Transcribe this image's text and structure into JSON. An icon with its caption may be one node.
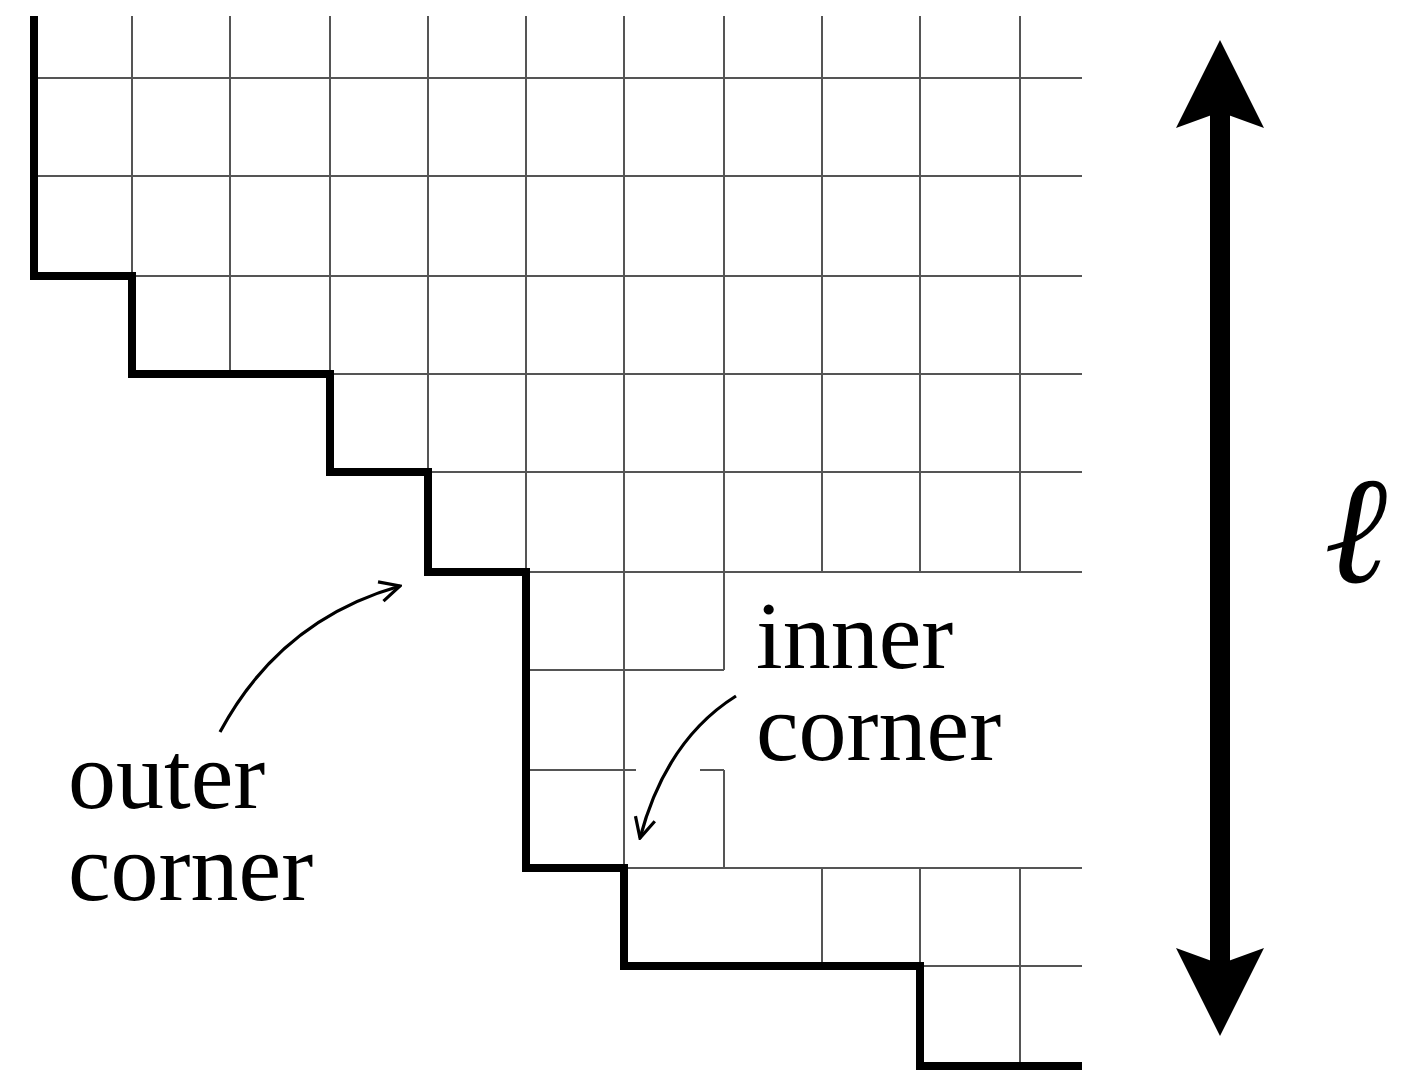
{
  "diagram": {
    "nodes": [
      {
        "text": [
          "outer corner"
        ]
      },
      {
        "text": [
          "inner corner"
        ]
      }
    ],
    "edges": [
      {
        "from": 0,
        "to": null,
        "arrow": "to"
      },
      {
        "from": 1,
        "to": null,
        "arrow": "to"
      }
    ],
    "labels": [
      "ℓ"
    ]
  }
}
